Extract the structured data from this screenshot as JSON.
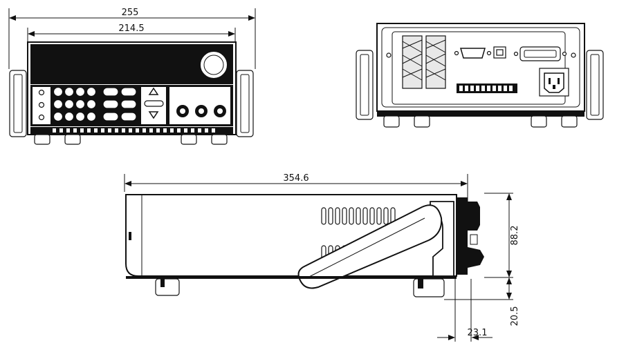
{
  "dimensions": {
    "front_total_width": "255",
    "front_panel_width": "214.5",
    "side_depth": "354.6",
    "side_height": "88.2",
    "foot_height": "20.5",
    "handle_offset": "23.1"
  },
  "views": {
    "front": "front-view",
    "rear": "rear-view",
    "side": "side-view"
  }
}
